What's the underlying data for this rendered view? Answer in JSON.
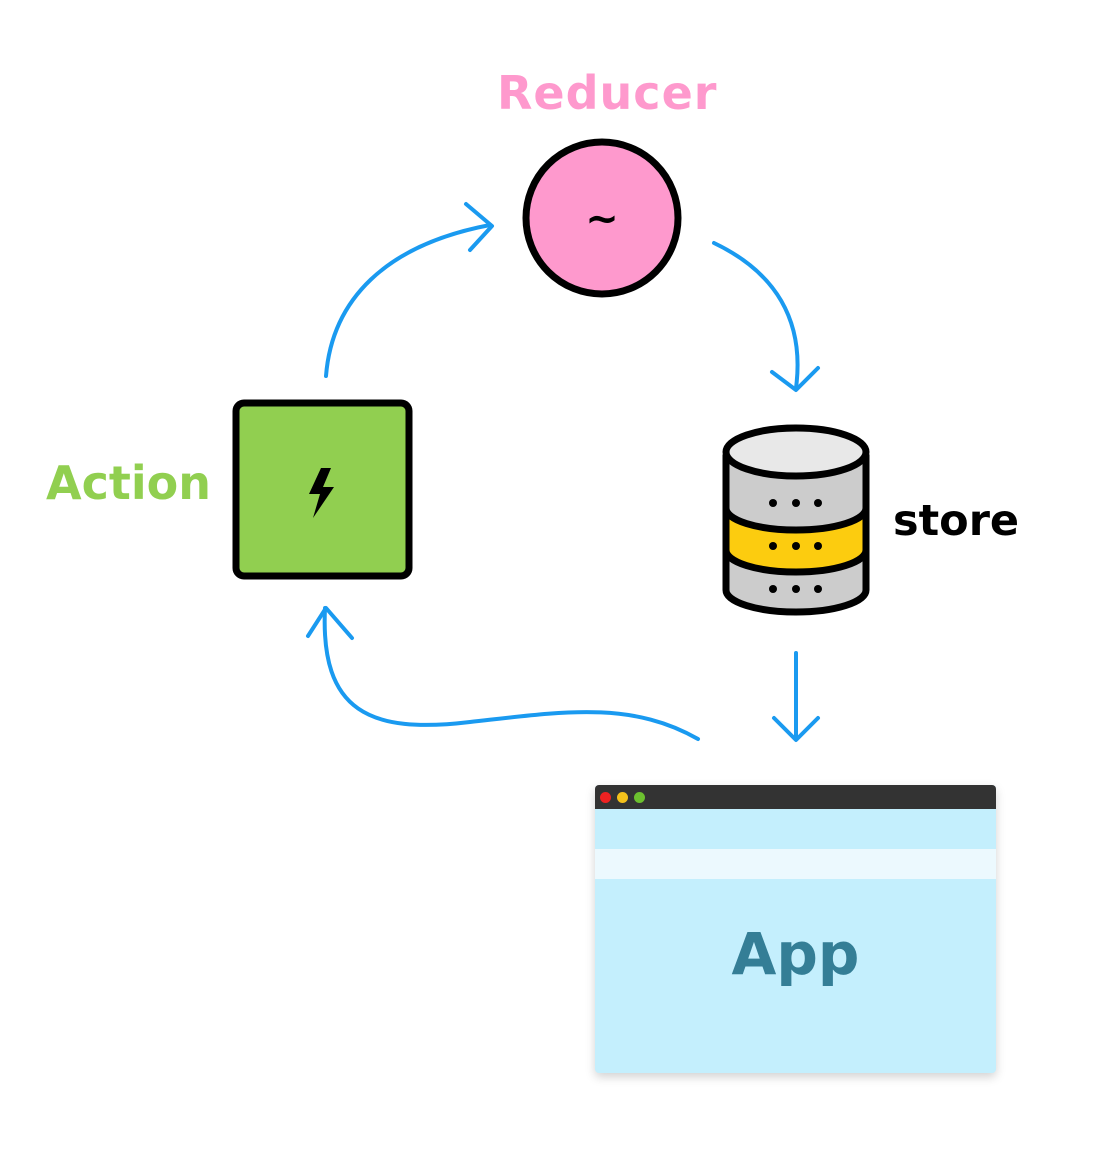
{
  "nodes": {
    "reducer": {
      "label": "Reducer",
      "symbol": "~",
      "color": "#fe99cd"
    },
    "action": {
      "label": "Action",
      "icon": "lightning-bolt-icon",
      "color": "#91cf50"
    },
    "store": {
      "label": "store",
      "icon": "database-icon",
      "accent_color": "#fccc0f",
      "tier_color": "#cccccc",
      "top_color": "#e8e8e8"
    },
    "app": {
      "label": "App",
      "icon": "browser-window-icon",
      "color": "#c4effd",
      "text_color": "#347e96"
    }
  },
  "window_dots": [
    "#ee2222",
    "#f3c11b",
    "#6cc02f"
  ],
  "arrow_color": "#1a9af0",
  "outline_color": "#000000"
}
